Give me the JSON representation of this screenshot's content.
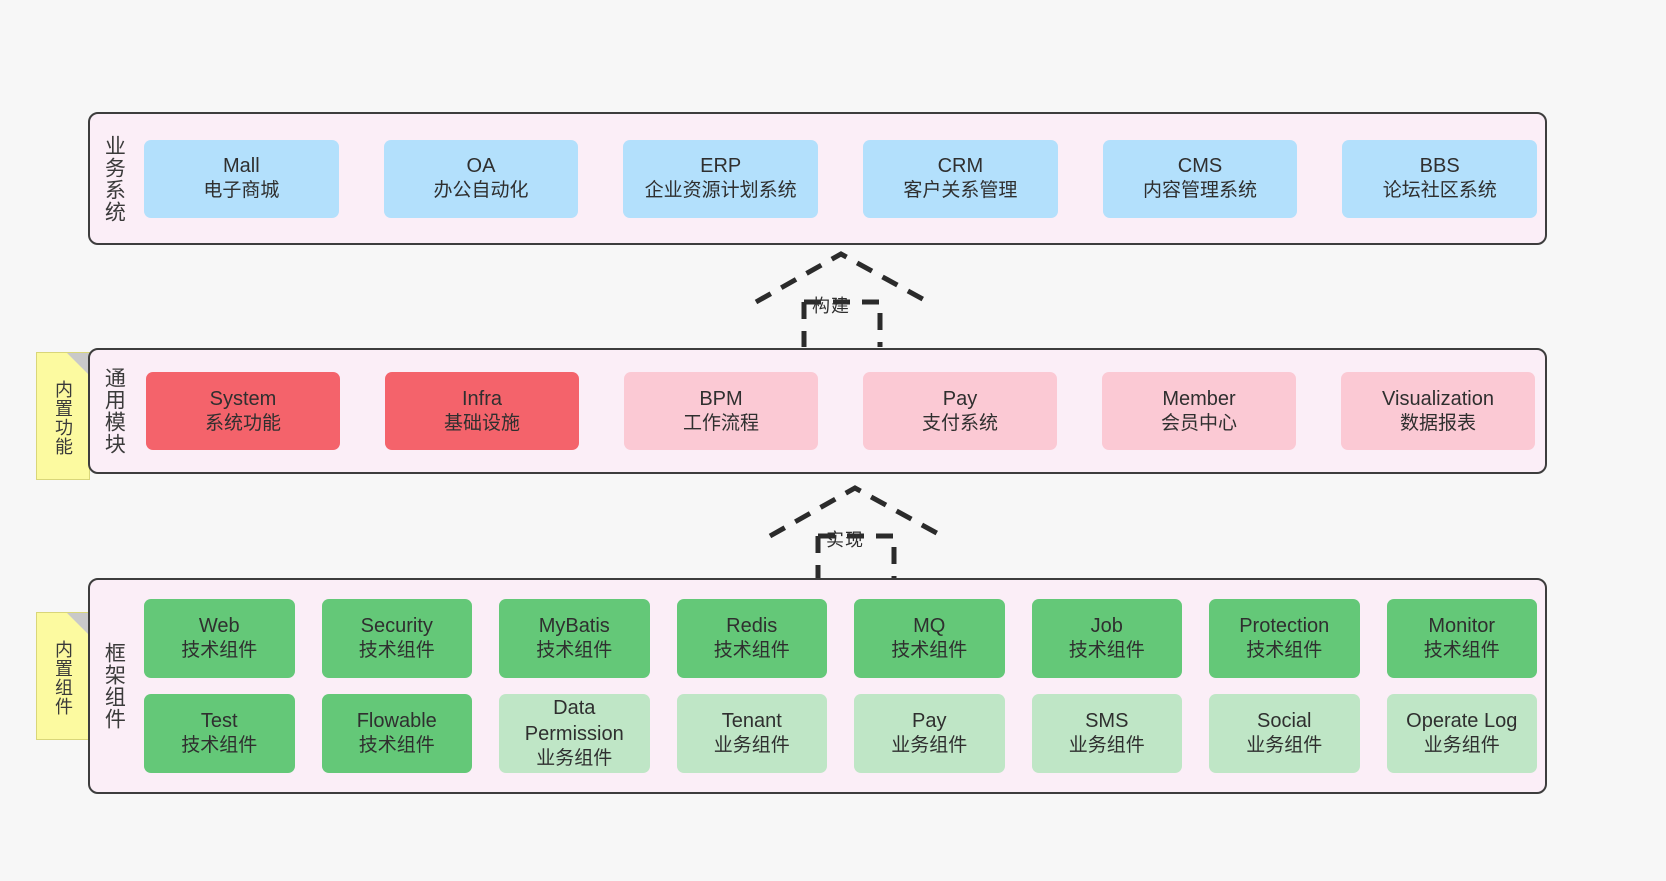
{
  "diagram": {
    "title": "",
    "colors": {
      "layer_bg": "#fbeef7",
      "layer_border": "#3d3d3d",
      "blue": "#b3e0fc",
      "red": "#f4636b",
      "pink": "#fbc9d4",
      "green": "#64c878",
      "green_light": "#bfe6c6",
      "note": "#fcfaa0",
      "canvas": "#f7f7f7"
    }
  },
  "business_layer": {
    "title": "业务系统",
    "items": [
      {
        "name": "Mall",
        "desc": "电子商城"
      },
      {
        "name": "OA",
        "desc": "办公自动化"
      },
      {
        "name": "ERP",
        "desc": "企业资源计划系统"
      },
      {
        "name": "CRM",
        "desc": "客户关系管理"
      },
      {
        "name": "CMS",
        "desc": "内容管理系统"
      },
      {
        "name": "BBS",
        "desc": "论坛社区系统"
      }
    ]
  },
  "arrow_build": {
    "label": "构建"
  },
  "modules_layer": {
    "title": "通用模块",
    "note": "内置功能",
    "items": [
      {
        "name": "System",
        "desc": "系统功能"
      },
      {
        "name": "Infra",
        "desc": "基础设施"
      },
      {
        "name": "BPM",
        "desc": "工作流程"
      },
      {
        "name": "Pay",
        "desc": "支付系统"
      },
      {
        "name": "Member",
        "desc": "会员中心"
      },
      {
        "name": "Visualization",
        "desc": "数据报表"
      }
    ]
  },
  "arrow_implement": {
    "label": "实现"
  },
  "framework_layer": {
    "title": "框架组件",
    "note": "内置组件",
    "row1": [
      {
        "name": "Web",
        "desc": "技术组件"
      },
      {
        "name": "Security",
        "desc": "技术组件"
      },
      {
        "name": "MyBatis",
        "desc": "技术组件"
      },
      {
        "name": "Redis",
        "desc": "技术组件"
      },
      {
        "name": "MQ",
        "desc": "技术组件"
      },
      {
        "name": "Job",
        "desc": "技术组件"
      },
      {
        "name": "Protection",
        "desc": "技术组件"
      },
      {
        "name": "Monitor",
        "desc": "技术组件"
      }
    ],
    "row2": [
      {
        "name": "Test",
        "desc": "技术组件"
      },
      {
        "name": "Flowable",
        "desc": "技术组件"
      },
      {
        "name": "Data Permission",
        "desc": "业务组件"
      },
      {
        "name": "Tenant",
        "desc": "业务组件"
      },
      {
        "name": "Pay",
        "desc": "业务组件"
      },
      {
        "name": "SMS",
        "desc": "业务组件"
      },
      {
        "name": "Social",
        "desc": "业务组件"
      },
      {
        "name": "Operate Log",
        "desc": "业务组件"
      }
    ]
  }
}
